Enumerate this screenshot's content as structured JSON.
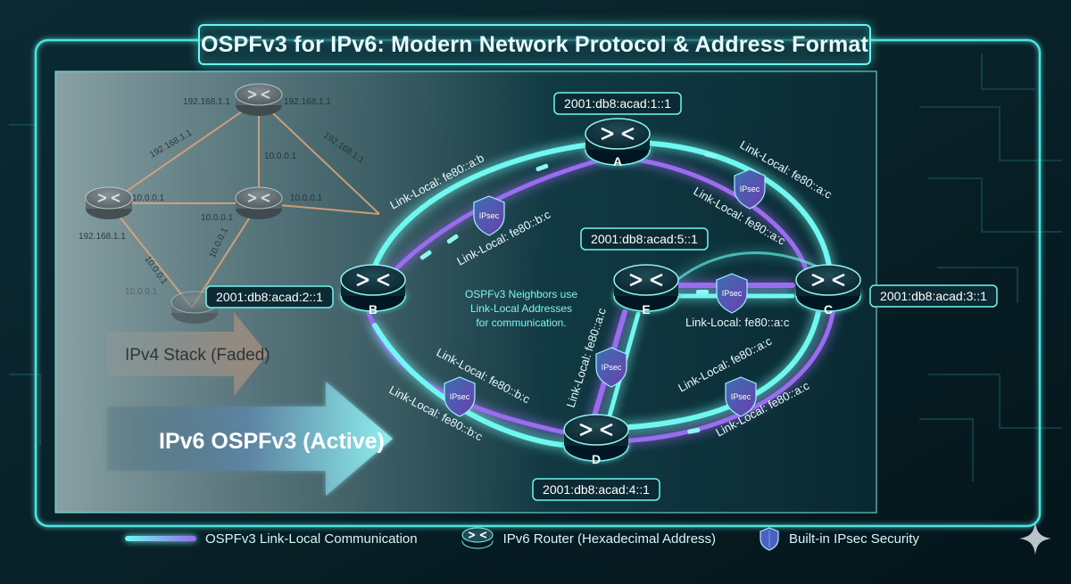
{
  "title": "OSPFv3 for IPv6: Modern Network Protocol & Address Format",
  "ipv4": {
    "labels": [
      "192.168.1.1",
      "192.168.1.1",
      "192.168.1.1",
      "192.168.1.1",
      "192.168.1.1",
      "10.0.0.1",
      "10.0.0.1",
      "10.0.0.1",
      "10.0.0.1",
      "10.0.0.1",
      "10.0.0.1",
      "10.0.0.1"
    ],
    "stack_label": "IPv4 Stack (Faded)"
  },
  "ipv6_banner": "IPv6 OSPFv3 (Active)",
  "routers": [
    {
      "id": "A",
      "address": "2001:db8:acad:1::1"
    },
    {
      "id": "B",
      "address": "2001:db8:acad:2::1"
    },
    {
      "id": "C",
      "address": "2001:db8:acad:3::1"
    },
    {
      "id": "D",
      "address": "2001:db8:acad:4::1"
    },
    {
      "id": "E",
      "address": "2001:db8:acad:5::1"
    }
  ],
  "links": {
    "ab_outer": "Link-Local: fe80::a:b",
    "ab_inner": "Link-Local: fe80::b:c",
    "ac_outer": "Link-Local: fe80::a:c",
    "ac_inner": "Link-Local: fe80::a:c",
    "bd_outer": "Link-Local: fe80::b:c",
    "bd_inner": "Link-Local: fe80::b:c",
    "cd_outer": "Link-Local: fe80::a:c",
    "cd_inner": "Link-Local: fe80::a:c",
    "ec": "Link-Local: fe80::a:c",
    "ed": "Link-Local: fe80::a:c"
  },
  "ipsec_label": "IPsec",
  "note": [
    "OSPFv3 Neighbors use",
    "Link-Local Addresses",
    "for communication."
  ],
  "legend": {
    "link": "OSPFv3 Link-Local Communication",
    "router": "IPv6 Router (Hexadecimal Address)",
    "ipsec": "Built-in IPsec Security"
  },
  "colors": {
    "cyan": "#6ff7ef",
    "purple": "#9b6cf0",
    "ipv4_link": "#e3a678",
    "background": "#061a22"
  }
}
